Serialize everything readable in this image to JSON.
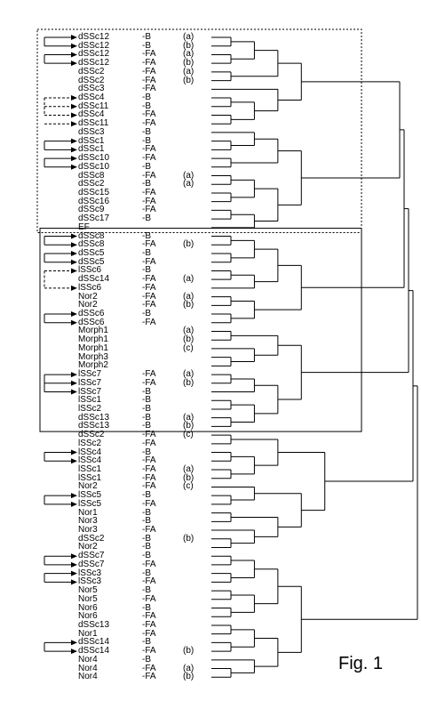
{
  "figure_label": "Fig. 1",
  "leaves": [
    {
      "name": "dSSc12",
      "cond": "-B",
      "tag": "(a)",
      "arrow": "solid-start"
    },
    {
      "name": "dSSc12",
      "cond": "-B",
      "tag": "(b)",
      "arrow": "solid-end"
    },
    {
      "name": "dSSc12",
      "cond": "-FA",
      "tag": "(a)",
      "arrow": "solid-start"
    },
    {
      "name": "dSSc12",
      "cond": "-FA",
      "tag": "(b)",
      "arrow": "solid-end"
    },
    {
      "name": "dSSc2",
      "cond": "-FA",
      "tag": "(a)",
      "arrow": ""
    },
    {
      "name": "dSSc2",
      "cond": "-FA",
      "tag": "(b)",
      "arrow": ""
    },
    {
      "name": "dSSc3",
      "cond": "-FA",
      "tag": "",
      "arrow": ""
    },
    {
      "name": "dSSc4",
      "cond": "-B",
      "tag": "",
      "arrow": "dash-start"
    },
    {
      "name": "dSSc11",
      "cond": "-B",
      "tag": "",
      "arrow": "dash-start"
    },
    {
      "name": "dSSc4",
      "cond": "-FA",
      "tag": "",
      "arrow": "dash-end"
    },
    {
      "name": "dSSc11",
      "cond": "-FA",
      "tag": "",
      "arrow": "dash-end"
    },
    {
      "name": "dSSc3",
      "cond": "-B",
      "tag": "",
      "arrow": ""
    },
    {
      "name": "dSSc1",
      "cond": "-B",
      "tag": "",
      "arrow": "solid-start"
    },
    {
      "name": "dSSc1",
      "cond": "-FA",
      "tag": "",
      "arrow": "solid-end"
    },
    {
      "name": "dSSc10",
      "cond": "-FA",
      "tag": "",
      "arrow": "solid-start"
    },
    {
      "name": "dSSc10",
      "cond": "-B",
      "tag": "",
      "arrow": "solid-end"
    },
    {
      "name": "dSSc8",
      "cond": "-FA",
      "tag": "(a)",
      "arrow": ""
    },
    {
      "name": "dSSc2",
      "cond": "-B",
      "tag": "(a)",
      "arrow": ""
    },
    {
      "name": "dSSc15",
      "cond": "-FA",
      "tag": "",
      "arrow": ""
    },
    {
      "name": "dSSc16",
      "cond": "-FA",
      "tag": "",
      "arrow": ""
    },
    {
      "name": "dSSc9",
      "cond": "-FA",
      "tag": "",
      "arrow": ""
    },
    {
      "name": "dSSc17",
      "cond": "-B",
      "tag": "",
      "arrow": ""
    },
    {
      "name": "EF",
      "cond": "",
      "tag": "",
      "arrow": ""
    },
    {
      "name": "dSSc8",
      "cond": "-B",
      "tag": "",
      "arrow": "solid-start"
    },
    {
      "name": "dSSc8",
      "cond": "-FA",
      "tag": "(b)",
      "arrow": "solid-end"
    },
    {
      "name": "dSSc5",
      "cond": "-B",
      "tag": "",
      "arrow": "solid-start"
    },
    {
      "name": "dSSc5",
      "cond": "-FA",
      "tag": "",
      "arrow": "solid-end"
    },
    {
      "name": "lSSc6",
      "cond": "-B",
      "tag": "",
      "arrow": "dash-start"
    },
    {
      "name": "dSSc14",
      "cond": "-FA",
      "tag": "(a)",
      "arrow": ""
    },
    {
      "name": "lSSc6",
      "cond": "-FA",
      "tag": "",
      "arrow": "dash-end"
    },
    {
      "name": "Nor2",
      "cond": "-FA",
      "tag": "(a)",
      "arrow": ""
    },
    {
      "name": "Nor2",
      "cond": "-FA",
      "tag": "(b)",
      "arrow": ""
    },
    {
      "name": "dSSc6",
      "cond": "-B",
      "tag": "",
      "arrow": "solid-start"
    },
    {
      "name": "dSSc6",
      "cond": "-FA",
      "tag": "",
      "arrow": "solid-end"
    },
    {
      "name": "Morph1",
      "cond": "",
      "tag": "(a)",
      "arrow": ""
    },
    {
      "name": "Morph1",
      "cond": "",
      "tag": "(b)",
      "arrow": ""
    },
    {
      "name": "Morph1",
      "cond": "",
      "tag": "(c)",
      "arrow": ""
    },
    {
      "name": "Morph3",
      "cond": "",
      "tag": "",
      "arrow": ""
    },
    {
      "name": "Morph2",
      "cond": "",
      "tag": "",
      "arrow": ""
    },
    {
      "name": "lSSc7",
      "cond": "-FA",
      "tag": "(a)",
      "arrow": "solid-start"
    },
    {
      "name": "lSSc7",
      "cond": "-FA",
      "tag": "(b)",
      "arrow": "solid-start"
    },
    {
      "name": "lSSc7",
      "cond": "-B",
      "tag": "",
      "arrow": "solid-end"
    },
    {
      "name": "lSSc1",
      "cond": "-B",
      "tag": "",
      "arrow": ""
    },
    {
      "name": "lSSc2",
      "cond": "-B",
      "tag": "",
      "arrow": ""
    },
    {
      "name": "dSSc13",
      "cond": "-B",
      "tag": "(a)",
      "arrow": ""
    },
    {
      "name": "dSSc13",
      "cond": "-B",
      "tag": "(b)",
      "arrow": ""
    },
    {
      "name": "dSSc2",
      "cond": "-FA",
      "tag": "(c)",
      "arrow": ""
    },
    {
      "name": "lSSc2",
      "cond": "-FA",
      "tag": "",
      "arrow": ""
    },
    {
      "name": "lSSc4",
      "cond": "-B",
      "tag": "",
      "arrow": "solid-start"
    },
    {
      "name": "lSSc4",
      "cond": "-FA",
      "tag": "",
      "arrow": "solid-end"
    },
    {
      "name": "lSSc1",
      "cond": "-FA",
      "tag": "(a)",
      "arrow": ""
    },
    {
      "name": "lSSc1",
      "cond": "-FA",
      "tag": "(b)",
      "arrow": ""
    },
    {
      "name": "Nor2",
      "cond": "-FA",
      "tag": "(c)",
      "arrow": ""
    },
    {
      "name": "lSSc5",
      "cond": "-B",
      "tag": "",
      "arrow": "solid-start"
    },
    {
      "name": "lSSc5",
      "cond": "-FA",
      "tag": "",
      "arrow": "solid-end"
    },
    {
      "name": "Nor1",
      "cond": "-B",
      "tag": "",
      "arrow": ""
    },
    {
      "name": "Nor3",
      "cond": "-B",
      "tag": "",
      "arrow": ""
    },
    {
      "name": "Nor3",
      "cond": "-FA",
      "tag": "",
      "arrow": ""
    },
    {
      "name": "dSSc2",
      "cond": "-B",
      "tag": "(b)",
      "arrow": ""
    },
    {
      "name": "Nor2",
      "cond": "-B",
      "tag": "",
      "arrow": ""
    },
    {
      "name": "dSSc7",
      "cond": "-B",
      "tag": "",
      "arrow": "solid-start"
    },
    {
      "name": "dSSc7",
      "cond": "-FA",
      "tag": "",
      "arrow": "solid-end"
    },
    {
      "name": "lSSc3",
      "cond": "-B",
      "tag": "",
      "arrow": "solid-start"
    },
    {
      "name": "lSSc3",
      "cond": "-FA",
      "tag": "",
      "arrow": "solid-end"
    },
    {
      "name": "Nor5",
      "cond": "-B",
      "tag": "",
      "arrow": ""
    },
    {
      "name": "Nor5",
      "cond": "-FA",
      "tag": "",
      "arrow": ""
    },
    {
      "name": "Nor6",
      "cond": "-B",
      "tag": "",
      "arrow": ""
    },
    {
      "name": "Nor6",
      "cond": "-FA",
      "tag": "",
      "arrow": ""
    },
    {
      "name": "dSSc13",
      "cond": "-FA",
      "tag": "",
      "arrow": ""
    },
    {
      "name": "Nor1",
      "cond": "-FA",
      "tag": "",
      "arrow": ""
    },
    {
      "name": "dSSc14",
      "cond": "-B",
      "tag": "",
      "arrow": "solid-start"
    },
    {
      "name": "dSSc14",
      "cond": "-FA",
      "tag": "(b)",
      "arrow": "solid-end"
    },
    {
      "name": "Nor4",
      "cond": "-B",
      "tag": "",
      "arrow": ""
    },
    {
      "name": "Nor4",
      "cond": "-FA",
      "tag": "(a)",
      "arrow": ""
    },
    {
      "name": "Nor4",
      "cond": "-FA",
      "tag": "(b)",
      "arrow": ""
    }
  ],
  "tree": [
    [
      [
        [
          [
            0,
            1
          ],
          [
            2,
            3
          ]
        ],
        [
          4,
          5
        ]
      ],
      [
        6,
        [
          [
            7,
            8
          ],
          [
            9,
            10
          ]
        ]
      ]
    ],
    [
      [
        [
          11,
          [
            12,
            13
          ]
        ],
        [
          14,
          15
        ]
      ],
      [
        [
          [
            16,
            17
          ],
          [
            18,
            19
          ]
        ],
        [
          [
            20,
            21
          ],
          22
        ]
      ]
    ],
    [
      [
        [
          [
            23,
            24
          ],
          [
            25,
            26
          ]
        ],
        [
          [
            27,
            28
          ],
          29
        ]
      ],
      [
        [
          30,
          31
        ],
        [
          32,
          33
        ]
      ]
    ],
    [
      [
        [
          34,
          35
        ],
        [
          36,
          [
            37,
            38
          ]
        ]
      ],
      [
        [
          [
            39,
            40
          ],
          41
        ],
        [
          [
            42,
            43
          ],
          [
            44,
            45
          ]
        ]
      ]
    ],
    [
      [
        [
          46,
          47
        ],
        [
          [
            48,
            49
          ],
          [
            50,
            51
          ]
        ]
      ],
      [
        [
          52,
          [
            53,
            54
          ]
        ],
        [
          [
            55,
            56
          ],
          [
            57,
            [
              58,
              59
            ]
          ]
        ]
      ]
    ],
    [
      [
        [
          [
            60,
            61
          ],
          [
            62,
            63
          ]
        ],
        [
          [
            64,
            65
          ],
          [
            66,
            67
          ]
        ]
      ],
      [
        [
          [
            68,
            69
          ],
          [
            70,
            71
          ]
        ],
        [
          72,
          [
            73,
            74
          ]
        ]
      ]
    ]
  ],
  "group_boxes": [
    {
      "first": 0,
      "last": 22,
      "style": "dotted"
    },
    {
      "first": 23,
      "last": 45,
      "style": "solid"
    }
  ]
}
